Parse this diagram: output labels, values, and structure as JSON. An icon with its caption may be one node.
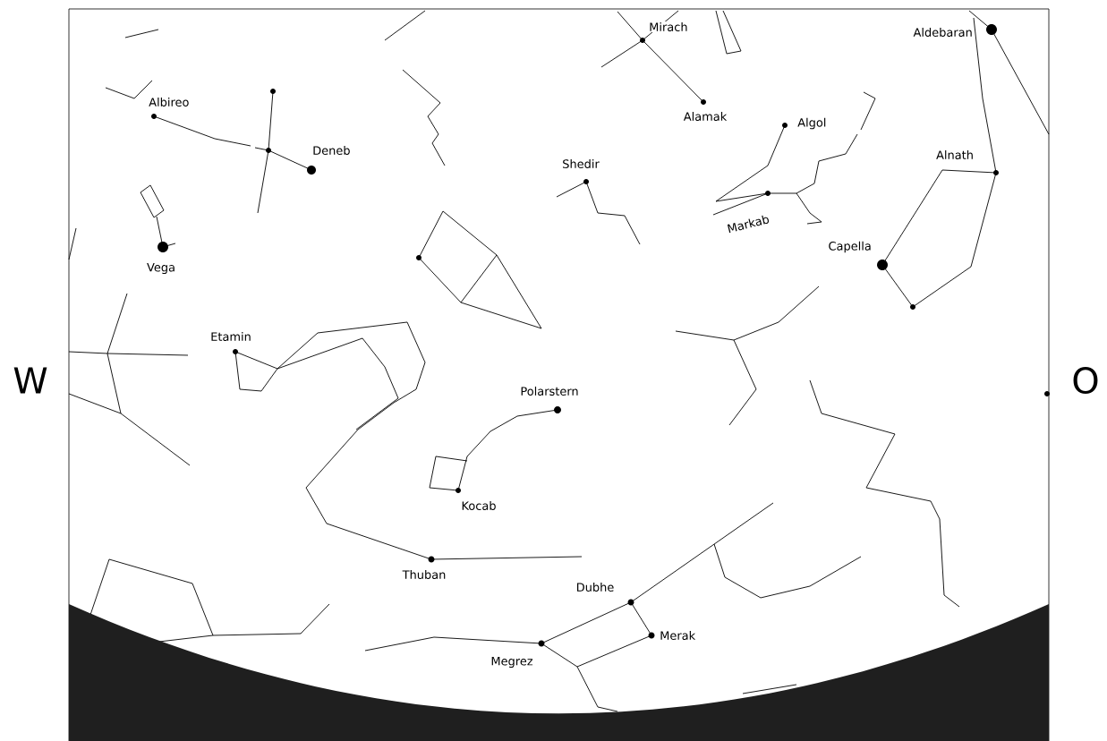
{
  "diagram": {
    "labels": [
      "Mirach",
      "Aldebaran",
      "Albireo",
      "Alamak",
      "Algol",
      "Deneb",
      "Alnath",
      "Shedir",
      "Markab",
      "Capella",
      "Vega",
      "Etamin",
      "W",
      "O",
      "Polarstern",
      "Kocab",
      "Thuban",
      "Dubhe",
      "Merak",
      "Megrez"
    ]
  }
}
